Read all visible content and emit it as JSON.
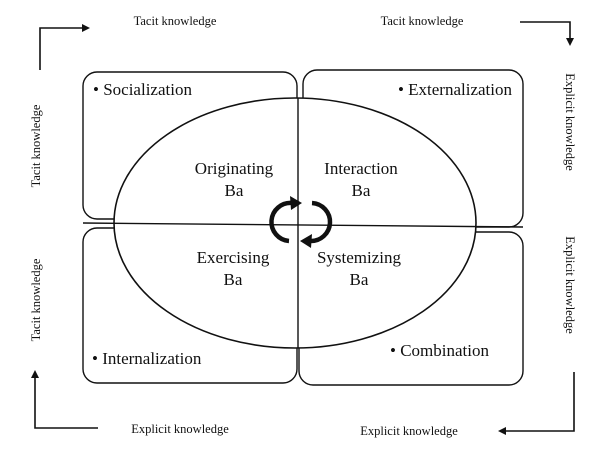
{
  "axes": {
    "top_left": "Tacit knowledge",
    "top_right": "Tacit knowledge",
    "left_upper": "Tacit knowledge",
    "left_lower": "Tacit knowledge",
    "right_upper": "Explicit knowledge",
    "right_lower": "Explicit knowledge",
    "bottom_left": "Explicit knowledge",
    "bottom_right": "Explicit knowledge"
  },
  "quadrants": {
    "socialization": {
      "label": "• Socialization",
      "ba_line1": "Originating",
      "ba_line2": "Ba"
    },
    "externalization": {
      "label": "• Externalization",
      "ba_line1": "Interaction",
      "ba_line2": "Ba"
    },
    "internalization": {
      "label": "• Internalization",
      "ba_line1": "Exercising",
      "ba_line2": "Ba"
    },
    "combination": {
      "label": "• Combination",
      "ba_line1": "Systemizing",
      "ba_line2": "Ba"
    }
  }
}
